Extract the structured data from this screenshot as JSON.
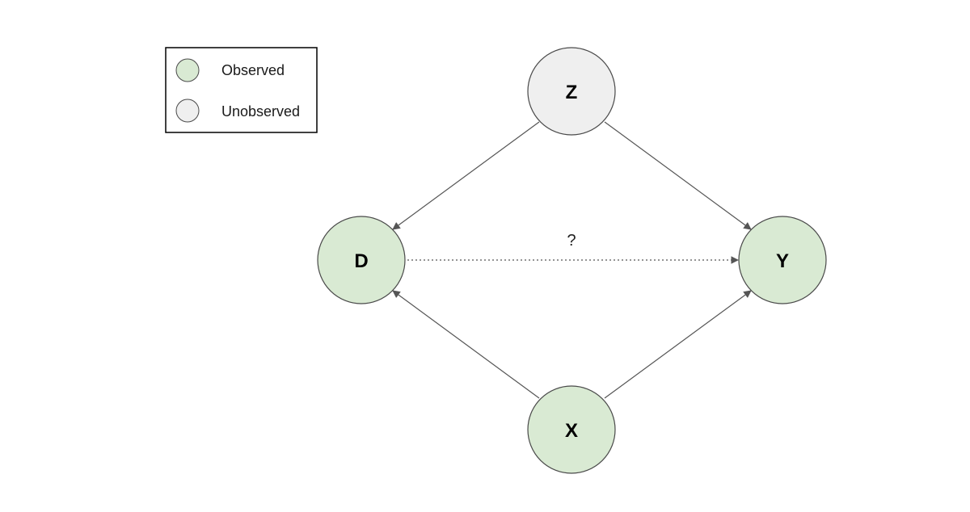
{
  "colors": {
    "observed_fill": "#d9ead3",
    "unobserved_fill": "#efefef",
    "stroke": "#4a4a4a",
    "edge": "#555555"
  },
  "legend": {
    "observed_label": "Observed",
    "unobserved_label": "Unobserved"
  },
  "nodes": {
    "z": {
      "label": "Z",
      "status": "unobserved"
    },
    "d": {
      "label": "D",
      "status": "observed"
    },
    "y": {
      "label": "Y",
      "status": "observed"
    },
    "x": {
      "label": "X",
      "status": "observed"
    }
  },
  "edges": [
    {
      "from": "Z",
      "to": "D",
      "style": "solid"
    },
    {
      "from": "Z",
      "to": "Y",
      "style": "solid"
    },
    {
      "from": "X",
      "to": "D",
      "style": "solid"
    },
    {
      "from": "X",
      "to": "Y",
      "style": "solid"
    },
    {
      "from": "D",
      "to": "Y",
      "style": "dotted",
      "label": "?"
    }
  ]
}
